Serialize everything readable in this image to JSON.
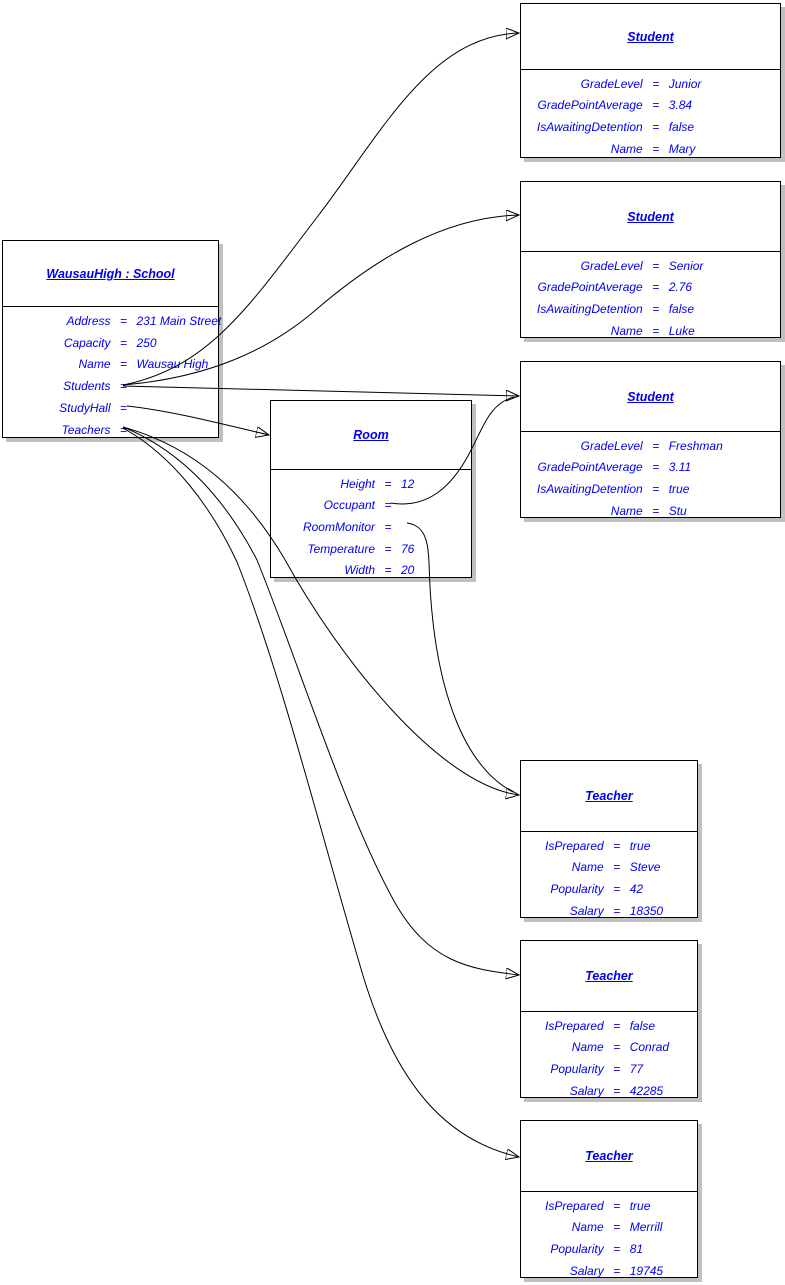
{
  "ui": {
    "equals": "="
  },
  "objects": {
    "school": {
      "title": "WausauHigh : School",
      "fields": [
        {
          "name": "Address",
          "value": "231 Main Street"
        },
        {
          "name": "Capacity",
          "value": "250"
        },
        {
          "name": "Name",
          "value": "Wausau High"
        },
        {
          "name": "Students",
          "value": ""
        },
        {
          "name": "StudyHall",
          "value": ""
        },
        {
          "name": "Teachers",
          "value": ""
        }
      ]
    },
    "room": {
      "title": "Room",
      "fields": [
        {
          "name": "Height",
          "value": "12"
        },
        {
          "name": "Occupant",
          "value": ""
        },
        {
          "name": "RoomMonitor",
          "value": ""
        },
        {
          "name": "Temperature",
          "value": "76"
        },
        {
          "name": "Width",
          "value": "20"
        }
      ]
    },
    "student1": {
      "title": "Student",
      "fields": [
        {
          "name": "GradeLevel",
          "value": "Junior"
        },
        {
          "name": "GradePointAverage",
          "value": "3.84"
        },
        {
          "name": "IsAwaitingDetention",
          "value": "false"
        },
        {
          "name": "Name",
          "value": "Mary"
        }
      ]
    },
    "student2": {
      "title": "Student",
      "fields": [
        {
          "name": "GradeLevel",
          "value": "Senior"
        },
        {
          "name": "GradePointAverage",
          "value": "2.76"
        },
        {
          "name": "IsAwaitingDetention",
          "value": "false"
        },
        {
          "name": "Name",
          "value": "Luke"
        }
      ]
    },
    "student3": {
      "title": "Student",
      "fields": [
        {
          "name": "GradeLevel",
          "value": "Freshman"
        },
        {
          "name": "GradePointAverage",
          "value": "3.11"
        },
        {
          "name": "IsAwaitingDetention",
          "value": "true"
        },
        {
          "name": "Name",
          "value": "Stu"
        }
      ]
    },
    "teacher1": {
      "title": "Teacher",
      "fields": [
        {
          "name": "IsPrepared",
          "value": "true"
        },
        {
          "name": "Name",
          "value": "Steve"
        },
        {
          "name": "Popularity",
          "value": "42"
        },
        {
          "name": "Salary",
          "value": "18350"
        }
      ]
    },
    "teacher2": {
      "title": "Teacher",
      "fields": [
        {
          "name": "IsPrepared",
          "value": "false"
        },
        {
          "name": "Name",
          "value": "Conrad"
        },
        {
          "name": "Popularity",
          "value": "77"
        },
        {
          "name": "Salary",
          "value": "42285"
        }
      ]
    },
    "teacher3": {
      "title": "Teacher",
      "fields": [
        {
          "name": "IsPrepared",
          "value": "true"
        },
        {
          "name": "Name",
          "value": "Merrill"
        },
        {
          "name": "Popularity",
          "value": "81"
        },
        {
          "name": "Salary",
          "value": "19745"
        }
      ]
    }
  },
  "connections": [
    {
      "from": "school.Students",
      "to": "student1"
    },
    {
      "from": "school.Students",
      "to": "student2"
    },
    {
      "from": "school.Students",
      "to": "student3"
    },
    {
      "from": "school.StudyHall",
      "to": "room"
    },
    {
      "from": "school.Teachers",
      "to": "teacher1"
    },
    {
      "from": "school.Teachers",
      "to": "teacher2"
    },
    {
      "from": "school.Teachers",
      "to": "teacher3"
    },
    {
      "from": "room.Occupant",
      "to": "student3"
    },
    {
      "from": "room.RoomMonitor",
      "to": "teacher1"
    }
  ],
  "colors": {
    "text": "#0000ee",
    "line": "#000000",
    "shadow": "#c0c0c0",
    "background": "#ffffff"
  }
}
